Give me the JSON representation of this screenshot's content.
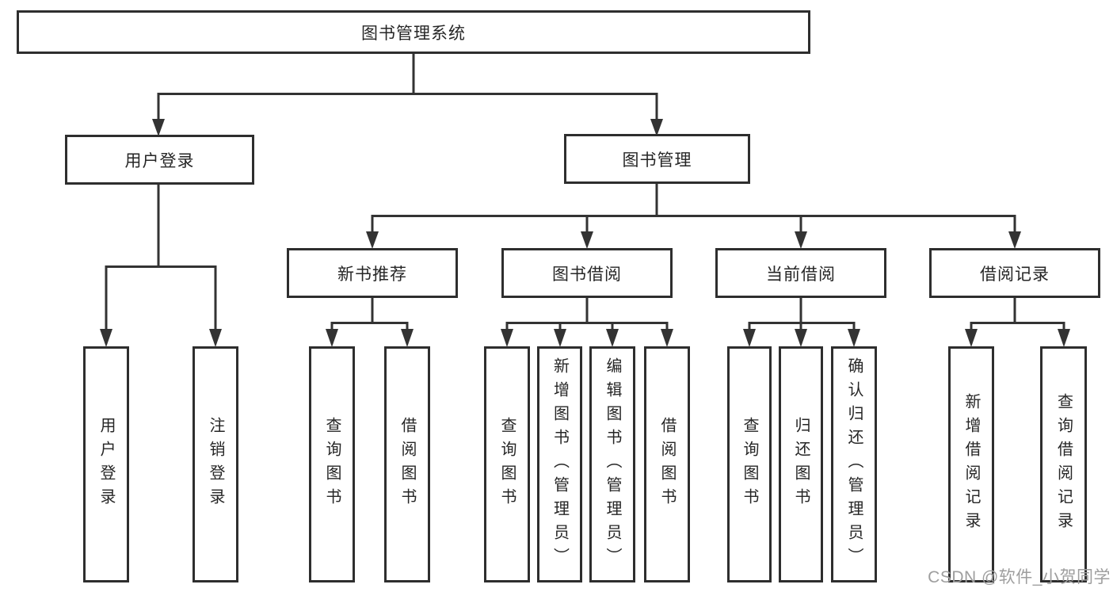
{
  "colors": {
    "line": "#333333",
    "box-border": "#2e2e2e",
    "box-bg": "#ffffff",
    "text": "#262626",
    "watermark": "#9e9e9e",
    "page-bg": "#ffffff"
  },
  "watermark": {
    "text": "CSDN @软件_小贺同学"
  },
  "tree": {
    "label": "图书管理系统",
    "children": [
      {
        "label": "用户登录",
        "children": [
          {
            "label": "用户登录"
          },
          {
            "label": "注销登录"
          }
        ]
      },
      {
        "label": "图书管理",
        "children": [
          {
            "label": "新书推荐",
            "children": [
              {
                "label": "查询图书"
              },
              {
                "label": "借阅图书"
              }
            ]
          },
          {
            "label": "图书借阅",
            "children": [
              {
                "label": "查询图书"
              },
              {
                "label": "新增图书（管理员）"
              },
              {
                "label": "编辑图书（管理员）"
              },
              {
                "label": "借阅图书"
              }
            ]
          },
          {
            "label": "当前借阅",
            "children": [
              {
                "label": "查询图书"
              },
              {
                "label": "归还图书"
              },
              {
                "label": "确认归还（管理员）"
              }
            ]
          },
          {
            "label": "借阅记录",
            "children": [
              {
                "label": "新增借阅记录"
              },
              {
                "label": "查询借阅记录"
              }
            ]
          }
        ]
      }
    ]
  }
}
